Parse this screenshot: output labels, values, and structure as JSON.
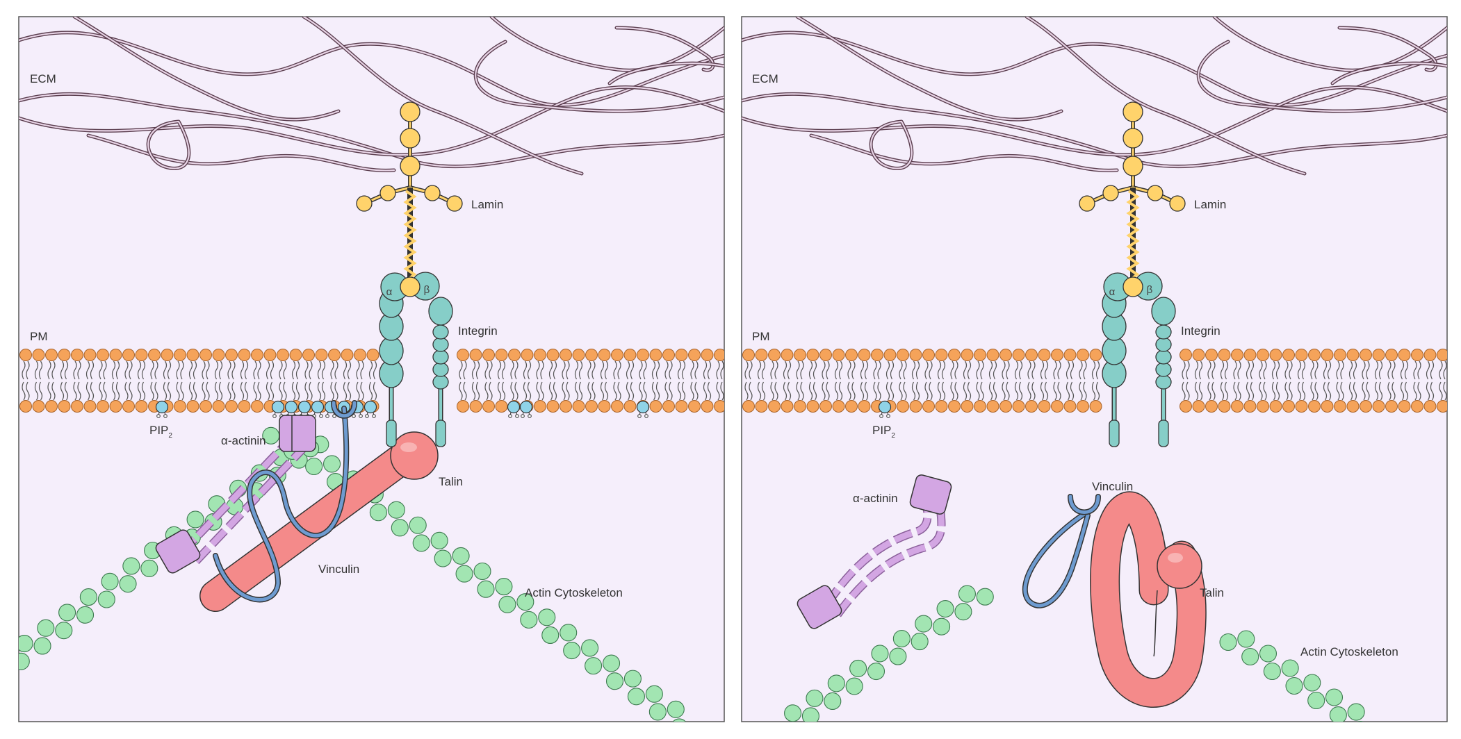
{
  "panels": [
    {
      "id": "bound",
      "labels": {
        "ecm": "ECM",
        "pm": "PM",
        "lamin": "Lamin",
        "integrin": "Integrin",
        "alpha": "α",
        "beta": "β",
        "pip2": "PIP",
        "pip2_sub": "2",
        "actinin": "α-actinin",
        "talin": "Talin",
        "vinculin": "Vinculin",
        "actin": "Actin Cytoskeleton"
      }
    },
    {
      "id": "free",
      "labels": {
        "ecm": "ECM",
        "pm": "PM",
        "lamin": "Lamin",
        "integrin": "Integrin",
        "alpha": "α",
        "beta": "β",
        "pip2": "PIP",
        "pip2_sub": "2",
        "actinin": "α-actinin",
        "talin": "Talin",
        "vinculin": "Vinculin",
        "actin": "Actin Cytoskeleton"
      }
    }
  ],
  "colors": {
    "background": "#f5eefb",
    "fiber": "#9a7386",
    "lipid_head": "#f5a35a",
    "lipid_tail": "#555555",
    "pip2": "#8fd3e8",
    "laminin": "#ffd36b",
    "integrin": "#86cec8",
    "talin": "#f48a8a",
    "vinculin": "#6e9bd0",
    "actinin": "#d3a6e3",
    "actin": "#a2e5b2"
  }
}
